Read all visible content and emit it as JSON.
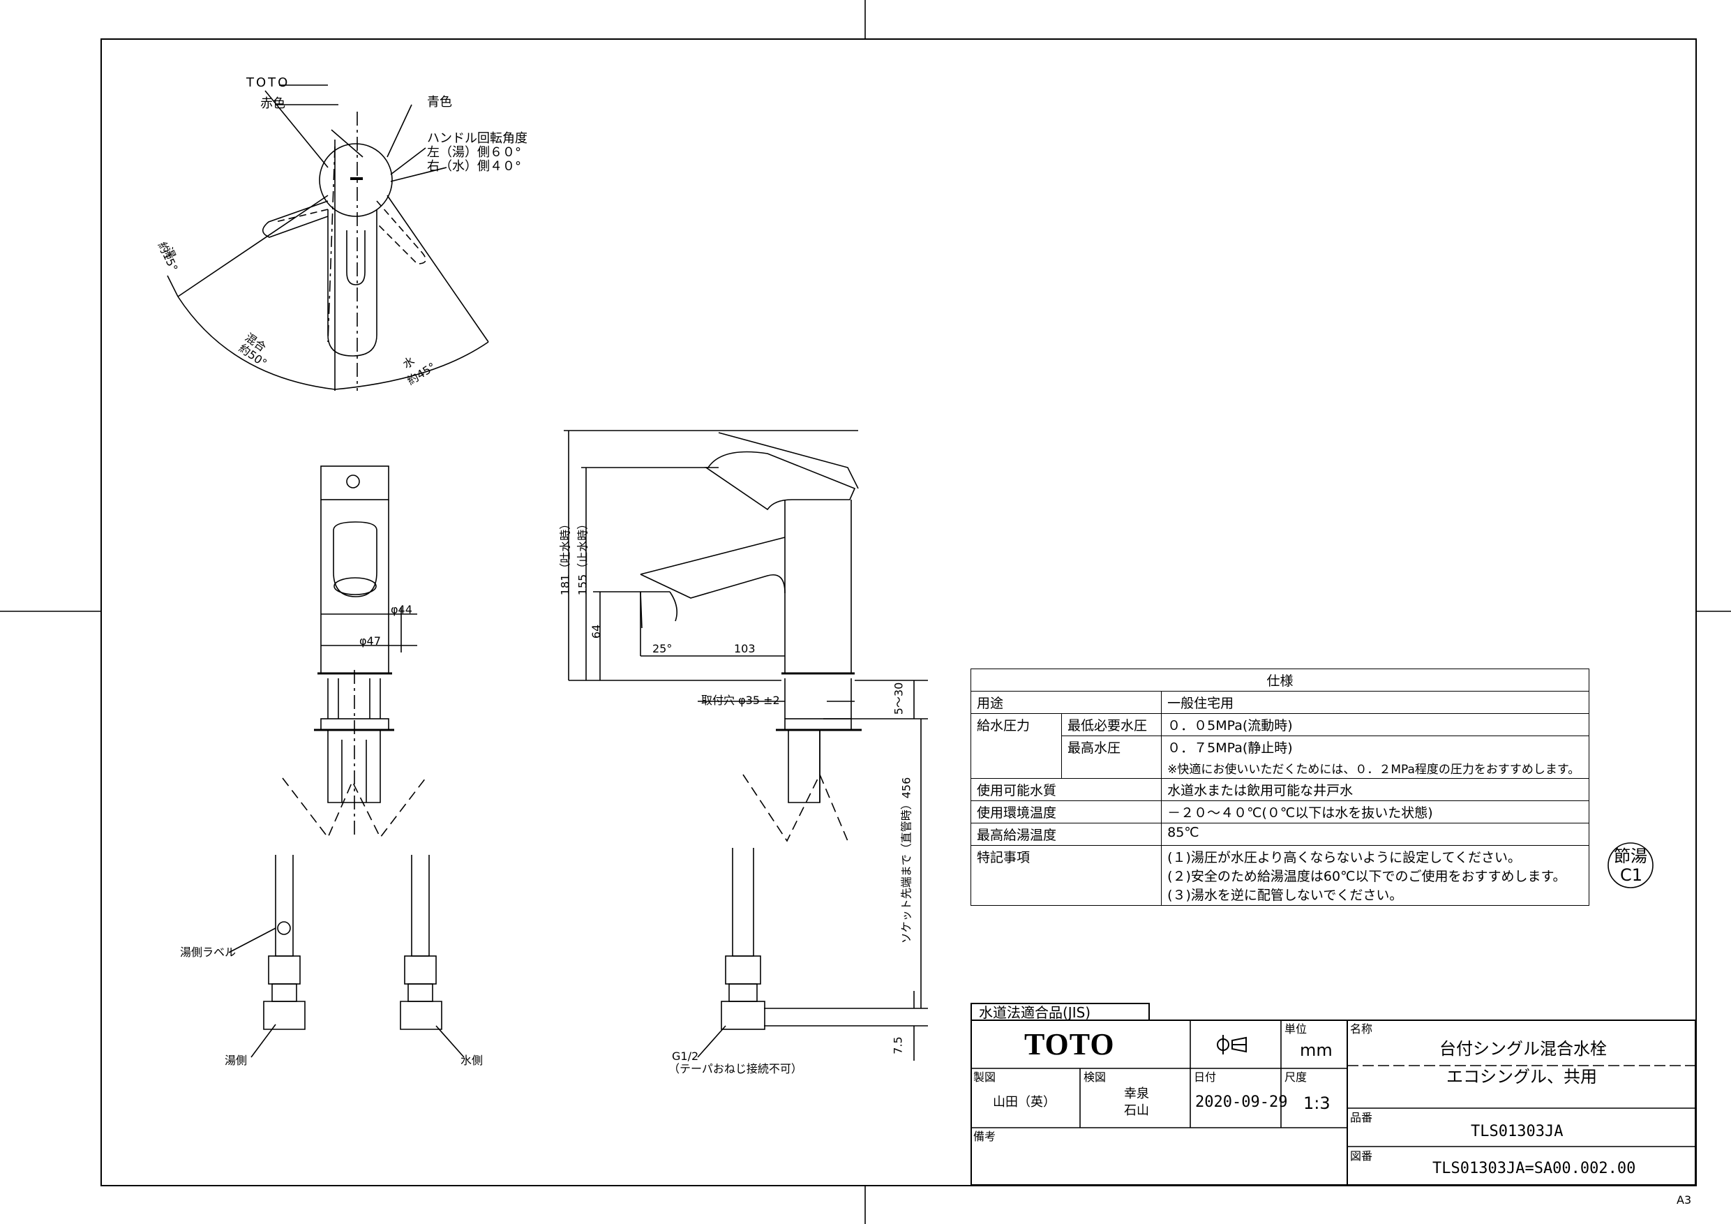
{
  "drawing": {
    "top_view": {
      "brand": "TOTO",
      "red_label": "赤色",
      "blue_label": "青色",
      "rotation_title": "ハンドル回転角度",
      "rotation_hot": "左（湯）側６０°",
      "rotation_cold": "右（水）側４０°",
      "hot_angle_name": "湯",
      "hot_angle_value": "約15°",
      "mix_angle_name": "混合",
      "mix_angle_value": "約50°",
      "cold_angle_name": "水",
      "cold_angle_value": "約45°"
    },
    "front_view": {
      "dia_44": "φ44",
      "dia_47": "φ47",
      "hot_label_tag": "湯側ラベル",
      "hot_side": "湯側",
      "cold_side": "水側"
    },
    "side_view": {
      "dim_181": "181（吐水時）",
      "dim_155": "155（止水時）",
      "dim_64": "64",
      "angle_25": "25°",
      "dim_103": "103",
      "mount_hole": "取付穴 φ35 ±2",
      "dim_5_30": "5～30",
      "dim_456": "ソケット先端まで（直管時）456",
      "dim_7_5": "7.5",
      "thread": "G1/2",
      "thread_note": "（テーパおねじ接続不可）"
    }
  },
  "spec_table": {
    "title": "仕様",
    "rows": {
      "use_label": "用途",
      "use_value": "一般住宅用",
      "pressure_label": "給水圧力",
      "min_label": "最低必要水圧",
      "min_value": "０．０5MPa(流動時)",
      "max_label": "最高水圧",
      "max_value": "０．７5MPa(静止時)",
      "pressure_note": "※快適にお使いいただくためには、０．２MPa程度の圧力をおすすめします。",
      "water_label": "使用可能水質",
      "water_value": "水道水または飲用可能な井戸水",
      "temp_label": "使用環境温度",
      "temp_value": "－２０～４０℃(０℃以下は水を抜いた状態)",
      "hot_label": "最高給湯温度",
      "hot_value": "85℃",
      "notes_label": "特記事項",
      "note1": "(１)湯圧が水圧より高くならないように設定してください。",
      "note2": "(２)安全のため給湯温度は60℃以下でのご使用をおすすめします。",
      "note3": "(３)湯水を逆に配管しないでください。"
    }
  },
  "stamp": {
    "line1": "節湯",
    "line2": "C1"
  },
  "title_block": {
    "jis": "水道法適合品(JIS)",
    "logo": "TOTO",
    "unit_label": "単位",
    "unit_value": "mm",
    "name_label": "名称",
    "name_value": "台付シングル混合水栓",
    "subname_value": "エコシングル、共用",
    "drafter_label": "製図",
    "drafter_value": "山田（英）",
    "checker_label": "検図",
    "checker_value1": "幸泉",
    "checker_value2": "石山",
    "date_label": "日付",
    "date_value": "2020-09-29",
    "scale_label": "尺度",
    "scale_value": "1:3",
    "part_label": "品番",
    "part_value": "TLS01303JA",
    "remarks_label": "備考",
    "drawing_no_label": "図番",
    "drawing_no_value": "TLS01303JA=SA00.002.00"
  },
  "sheet_size": "A3"
}
